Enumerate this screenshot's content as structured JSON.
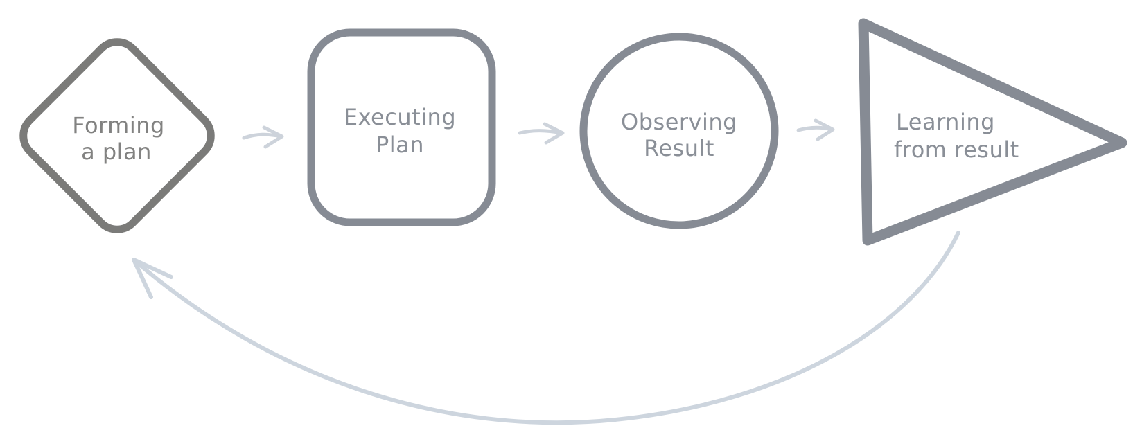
{
  "diagram": {
    "background": "#ffffff",
    "nodes": [
      {
        "id": "forming-a-plan",
        "shape": "diamond",
        "lines": [
          "Forming",
          "a plan"
        ],
        "stroke": "#7b7b79",
        "text_color": "#828281"
      },
      {
        "id": "executing-plan",
        "shape": "rounded-square",
        "lines": [
          "Executing",
          "Plan"
        ],
        "stroke": "#868b94",
        "text_color": "#8a8f97"
      },
      {
        "id": "observing-result",
        "shape": "circle",
        "lines": [
          "Observing",
          "Result"
        ],
        "stroke": "#868b94",
        "text_color": "#8a8f97"
      },
      {
        "id": "learning-from-result",
        "shape": "right-triangle",
        "lines": [
          "Learning",
          "from result"
        ],
        "stroke": "#868b94",
        "text_color": "#8a8f97"
      }
    ],
    "connectors": [
      {
        "id": "arrow-1",
        "from": "forming-a-plan",
        "to": "executing-plan",
        "style": "hand-drawn-arrow",
        "color": "#cdd3db"
      },
      {
        "id": "arrow-2",
        "from": "executing-plan",
        "to": "observing-result",
        "style": "hand-drawn-arrow",
        "color": "#cdd3db"
      },
      {
        "id": "arrow-3",
        "from": "observing-result",
        "to": "learning-from-result",
        "style": "hand-drawn-arrow",
        "color": "#cdd3db"
      },
      {
        "id": "feedback-arrow",
        "from": "learning-from-result",
        "to": "forming-a-plan",
        "style": "curved-hand-drawn-arrow",
        "color": "#cdd5de"
      }
    ]
  }
}
